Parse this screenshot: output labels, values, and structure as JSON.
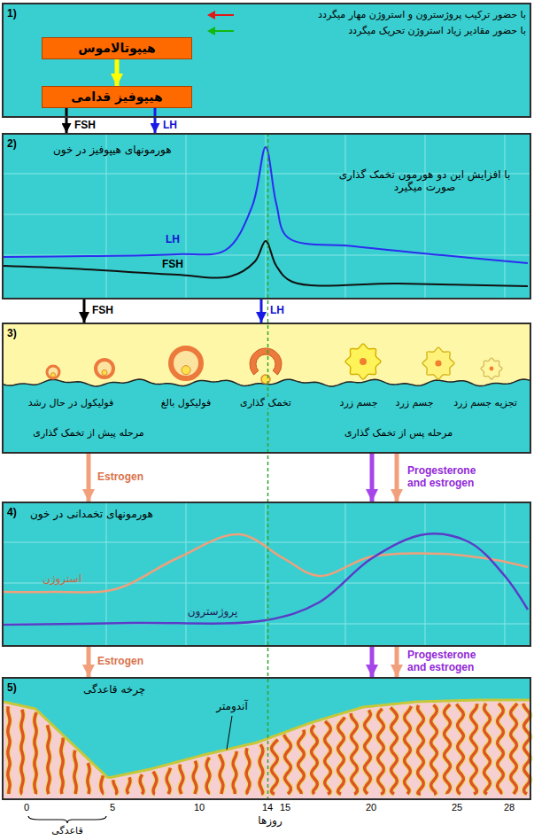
{
  "diagram": {
    "nodes": [
      {
        "text": [
          "1)"
        ]
      },
      {
        "text": [
          "هیپوتالاموس"
        ],
        "in": 0
      },
      {
        "text": [
          "هیپوفیز قدامی"
        ],
        "in": 0
      },
      {
        "text": [
          "2)",
          "هورمونهای هیپوفیز در خون"
        ]
      },
      {
        "text": [
          "3)"
        ]
      },
      {
        "text": [
          "4)",
          "هورمونهای تخمدانی در خون"
        ]
      },
      {
        "text": [
          "5)",
          "چرخه قاعدگی"
        ]
      }
    ],
    "edges": [
      {
        "from": 1,
        "to": 2,
        "arrow": "to"
      },
      {
        "from": 2,
        "to": 3,
        "label": "FSH",
        "arrow": "to"
      },
      {
        "from": 2,
        "to": 3,
        "label": "LH",
        "arrow": "to"
      },
      {
        "from": 3,
        "to": 4,
        "label": "FSH",
        "arrow": "to"
      },
      {
        "from": 3,
        "to": 4,
        "label": "LH",
        "arrow": "to"
      },
      {
        "from": 4,
        "to": 5,
        "label": "Estrogen",
        "arrow": "to"
      },
      {
        "from": 4,
        "to": 5,
        "label": "Progesterone and estrogen",
        "arrow": "to"
      },
      {
        "from": 4,
        "to": 5,
        "arrow": "to"
      },
      {
        "from": 5,
        "to": 6,
        "label": "Estrogen",
        "arrow": "to"
      },
      {
        "from": 5,
        "to": 6,
        "label": "Progesterone and estrogen",
        "arrow": "to"
      },
      {
        "from": 5,
        "to": 6,
        "arrow": "to"
      }
    ],
    "labels": [
      "با حضور ترکیب پروژسترون و استروژن مهار میگردد",
      "با حضور مقادیر زیاد استروژن تحریک میگردد",
      "با افزایش این دو هورمون تخمک گذاری صورت میگیرد",
      "LH",
      "FSH",
      "فولیکول در حال رشد",
      "فولیکول بالغ",
      "تخمک گذاری",
      "جسم زرد",
      "جسم زرد",
      "تجزیه جسم زرد",
      "مرحله پیش از تخمک گذاری",
      "مرحله پس از تخمک گذاری",
      "استروژن",
      "پروژسترون",
      "آندومتر",
      "0",
      "5",
      "10",
      "14",
      "15",
      "20",
      "25",
      "28",
      "روزها",
      "قاعدگی"
    ]
  }
}
